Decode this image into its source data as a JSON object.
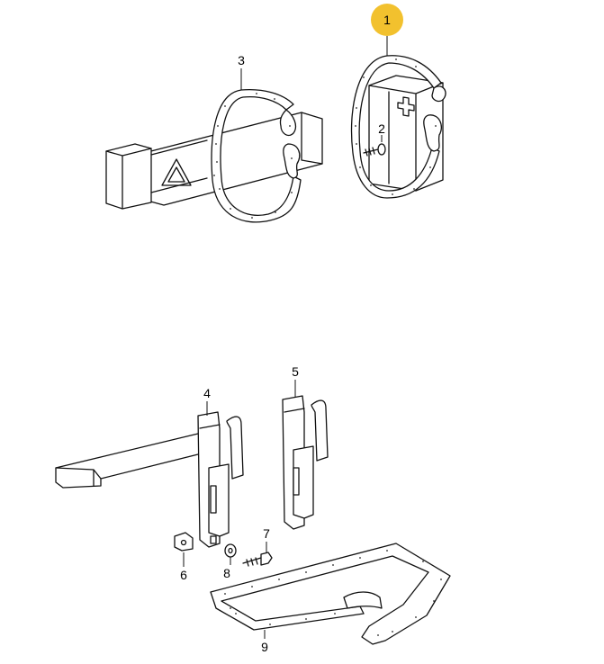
{
  "diagram": {
    "highlight_color": "#f2c12e",
    "callouts": [
      {
        "id": "c1",
        "label": "1",
        "highlighted": true
      },
      {
        "id": "c2",
        "label": "2",
        "highlighted": false
      },
      {
        "id": "c3",
        "label": "3",
        "highlighted": false
      },
      {
        "id": "c4",
        "label": "4",
        "highlighted": false
      },
      {
        "id": "c5",
        "label": "5",
        "highlighted": false
      },
      {
        "id": "c6",
        "label": "6",
        "highlighted": false
      },
      {
        "id": "c7",
        "label": "7",
        "highlighted": false
      },
      {
        "id": "c8",
        "label": "8",
        "highlighted": false
      },
      {
        "id": "c9",
        "label": "9",
        "highlighted": false
      }
    ],
    "icons": [
      "warning-triangle-icon",
      "first-aid-cross-icon"
    ]
  }
}
